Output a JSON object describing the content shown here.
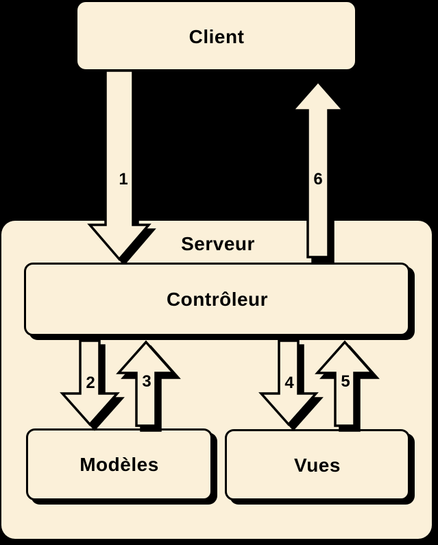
{
  "diagram": {
    "nodes": {
      "client": "Client",
      "serveur": "Serveur",
      "controleur": "Contrôleur",
      "modeles": "Modèles",
      "vues": "Vues"
    },
    "arrow_labels": {
      "a1": "1",
      "a2": "2",
      "a3": "3",
      "a4": "4",
      "a5": "5",
      "a6": "6"
    }
  },
  "colors": {
    "fill": "#FBF0D9",
    "line": "#000000",
    "background": "#000000"
  }
}
